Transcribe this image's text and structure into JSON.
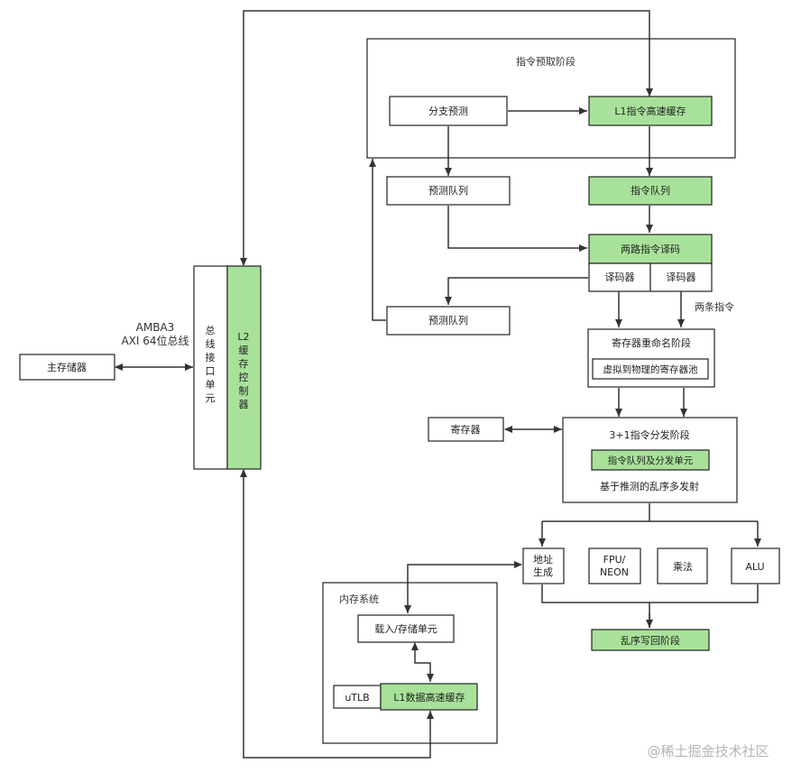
{
  "colors": {
    "green": "#a8e29a",
    "line": "#333333",
    "border": "#222222",
    "watermark": "#b5b5b5"
  },
  "nodes": {
    "main_memory": "主存储器",
    "bus_protocol_1": "AMBA3",
    "bus_protocol_2": "AXI 64位总线",
    "bus_interface_chars": [
      "总",
      "线",
      "接",
      "口",
      "单",
      "元"
    ],
    "l2_controller_chars": [
      "L2",
      "缓",
      "存",
      "控",
      "制",
      "器"
    ],
    "fetch_stage": "指令预取阶段",
    "branch_predict": "分支预测",
    "l1_icache": "L1指令高速缓存",
    "predict_queue_1": "预测队列",
    "instr_queue": "指令队列",
    "dual_decode": "两路指令译码",
    "decoder_1": "译码器",
    "decoder_2": "译码器",
    "predict_queue_2": "预测队列",
    "two_instructions": "两条指令",
    "rename_stage": "寄存器重命名阶段",
    "virtual_to_physical": "虚拟到物理的寄存器池",
    "registers": "寄存器",
    "dispatch_stage": "3+1指令分发阶段",
    "dispatch_unit": "指令队列及分发单元",
    "speculative_issue": "基于推测的乱序多发射",
    "addr_gen_1": "地址",
    "addr_gen_2": "生成",
    "fpu_1": "FPU/",
    "fpu_2": "NEON",
    "multiply": "乘法",
    "alu": "ALU",
    "memory_system": "内存系统",
    "load_store": "载入/存储单元",
    "utlb": "uTLB",
    "l1_dcache": "L1数据高速缓存",
    "writeback": "乱序写回阶段"
  },
  "watermark": "@稀土掘金技术社区"
}
